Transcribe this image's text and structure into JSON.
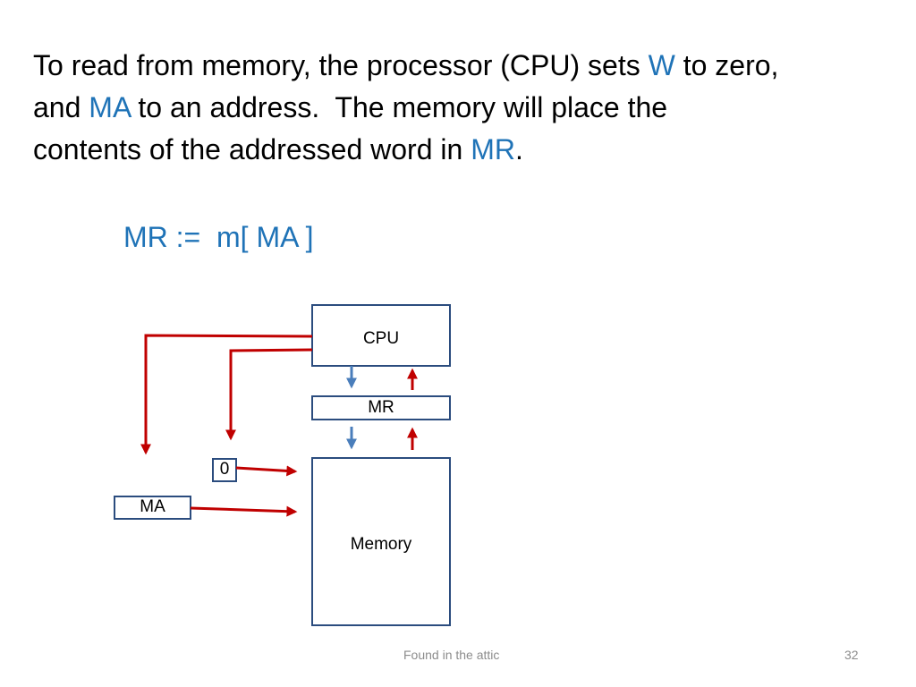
{
  "slide": {
    "paragraph": {
      "line1": {
        "pre": "To read from memory, the processor (CPU) sets ",
        "hl": "W",
        "post": " to zero,"
      },
      "line2": {
        "pre": "and ",
        "hl": "MA",
        "post": " to an address.  The memory will place the"
      },
      "line3": {
        "pre": "contents of the addressed word in ",
        "hl": "MR",
        "post": "."
      }
    },
    "formula": "MR :=  m[ MA ]",
    "diagram": {
      "cpu_label": "CPU",
      "mr_label": "MR",
      "memory_label": "Memory",
      "zero_label": "0",
      "ma_label": "MA"
    },
    "footer": {
      "text": "Found in the attic",
      "page_number": "32"
    }
  },
  "colors": {
    "highlight": "#1f73b7",
    "box_border": "#2b4c7e",
    "arrow_red": "#c00000",
    "arrow_blue": "#4a7ebb",
    "footer_text": "#8c8c8c"
  }
}
